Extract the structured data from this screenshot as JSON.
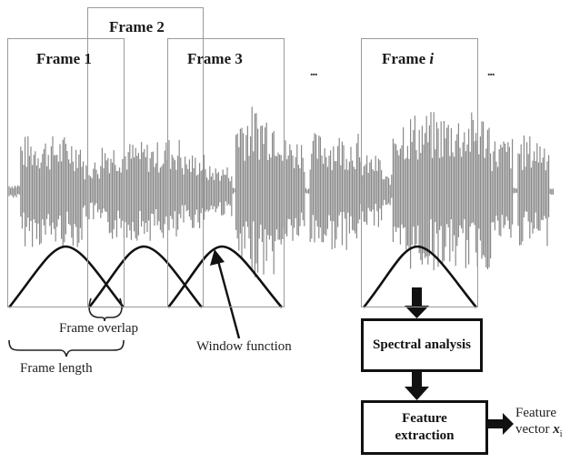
{
  "frames": [
    {
      "label": "Frame 1"
    },
    {
      "label": "Frame 2"
    },
    {
      "label": "Frame 3"
    },
    {
      "label": "Frame ",
      "italic_suffix": "i"
    }
  ],
  "ellipsis": [
    "...",
    "..."
  ],
  "annotations": {
    "frame_overlap": "Frame overlap",
    "frame_length": "Frame length",
    "window_function": "Window function"
  },
  "pipeline": {
    "spectral_analysis": "Spectral analysis",
    "feature_extraction_line1": "Feature",
    "feature_extraction_line2": "extraction",
    "output_line1": "Feature",
    "output_line2": "vector ",
    "output_symbol": "x",
    "output_subscript": "i"
  },
  "colors": {
    "waveform": "#7a7a7a",
    "frame_border": "#9a9a9a",
    "window_curve": "#111111",
    "box_border": "#111111"
  }
}
